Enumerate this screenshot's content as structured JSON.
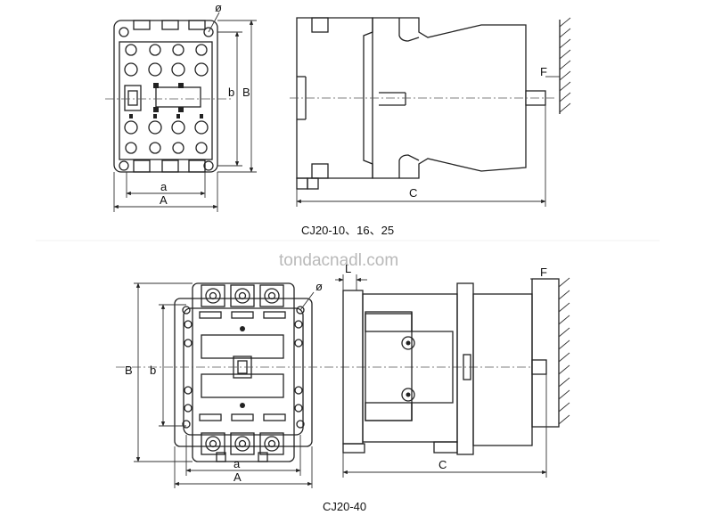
{
  "top_drawing": {
    "caption": "CJ20-10、16、25",
    "labels": {
      "phi": "ø",
      "a": "a",
      "A": "A",
      "b": "b",
      "B": "B",
      "C": "C",
      "F": "F"
    }
  },
  "bottom_drawing": {
    "caption": "CJ20-40",
    "labels": {
      "phi": "ø",
      "L": "L",
      "a": "a",
      "A": "A",
      "b": "b",
      "B": "B",
      "C": "C",
      "F": "F"
    }
  },
  "watermark": "tondacnadl.com"
}
